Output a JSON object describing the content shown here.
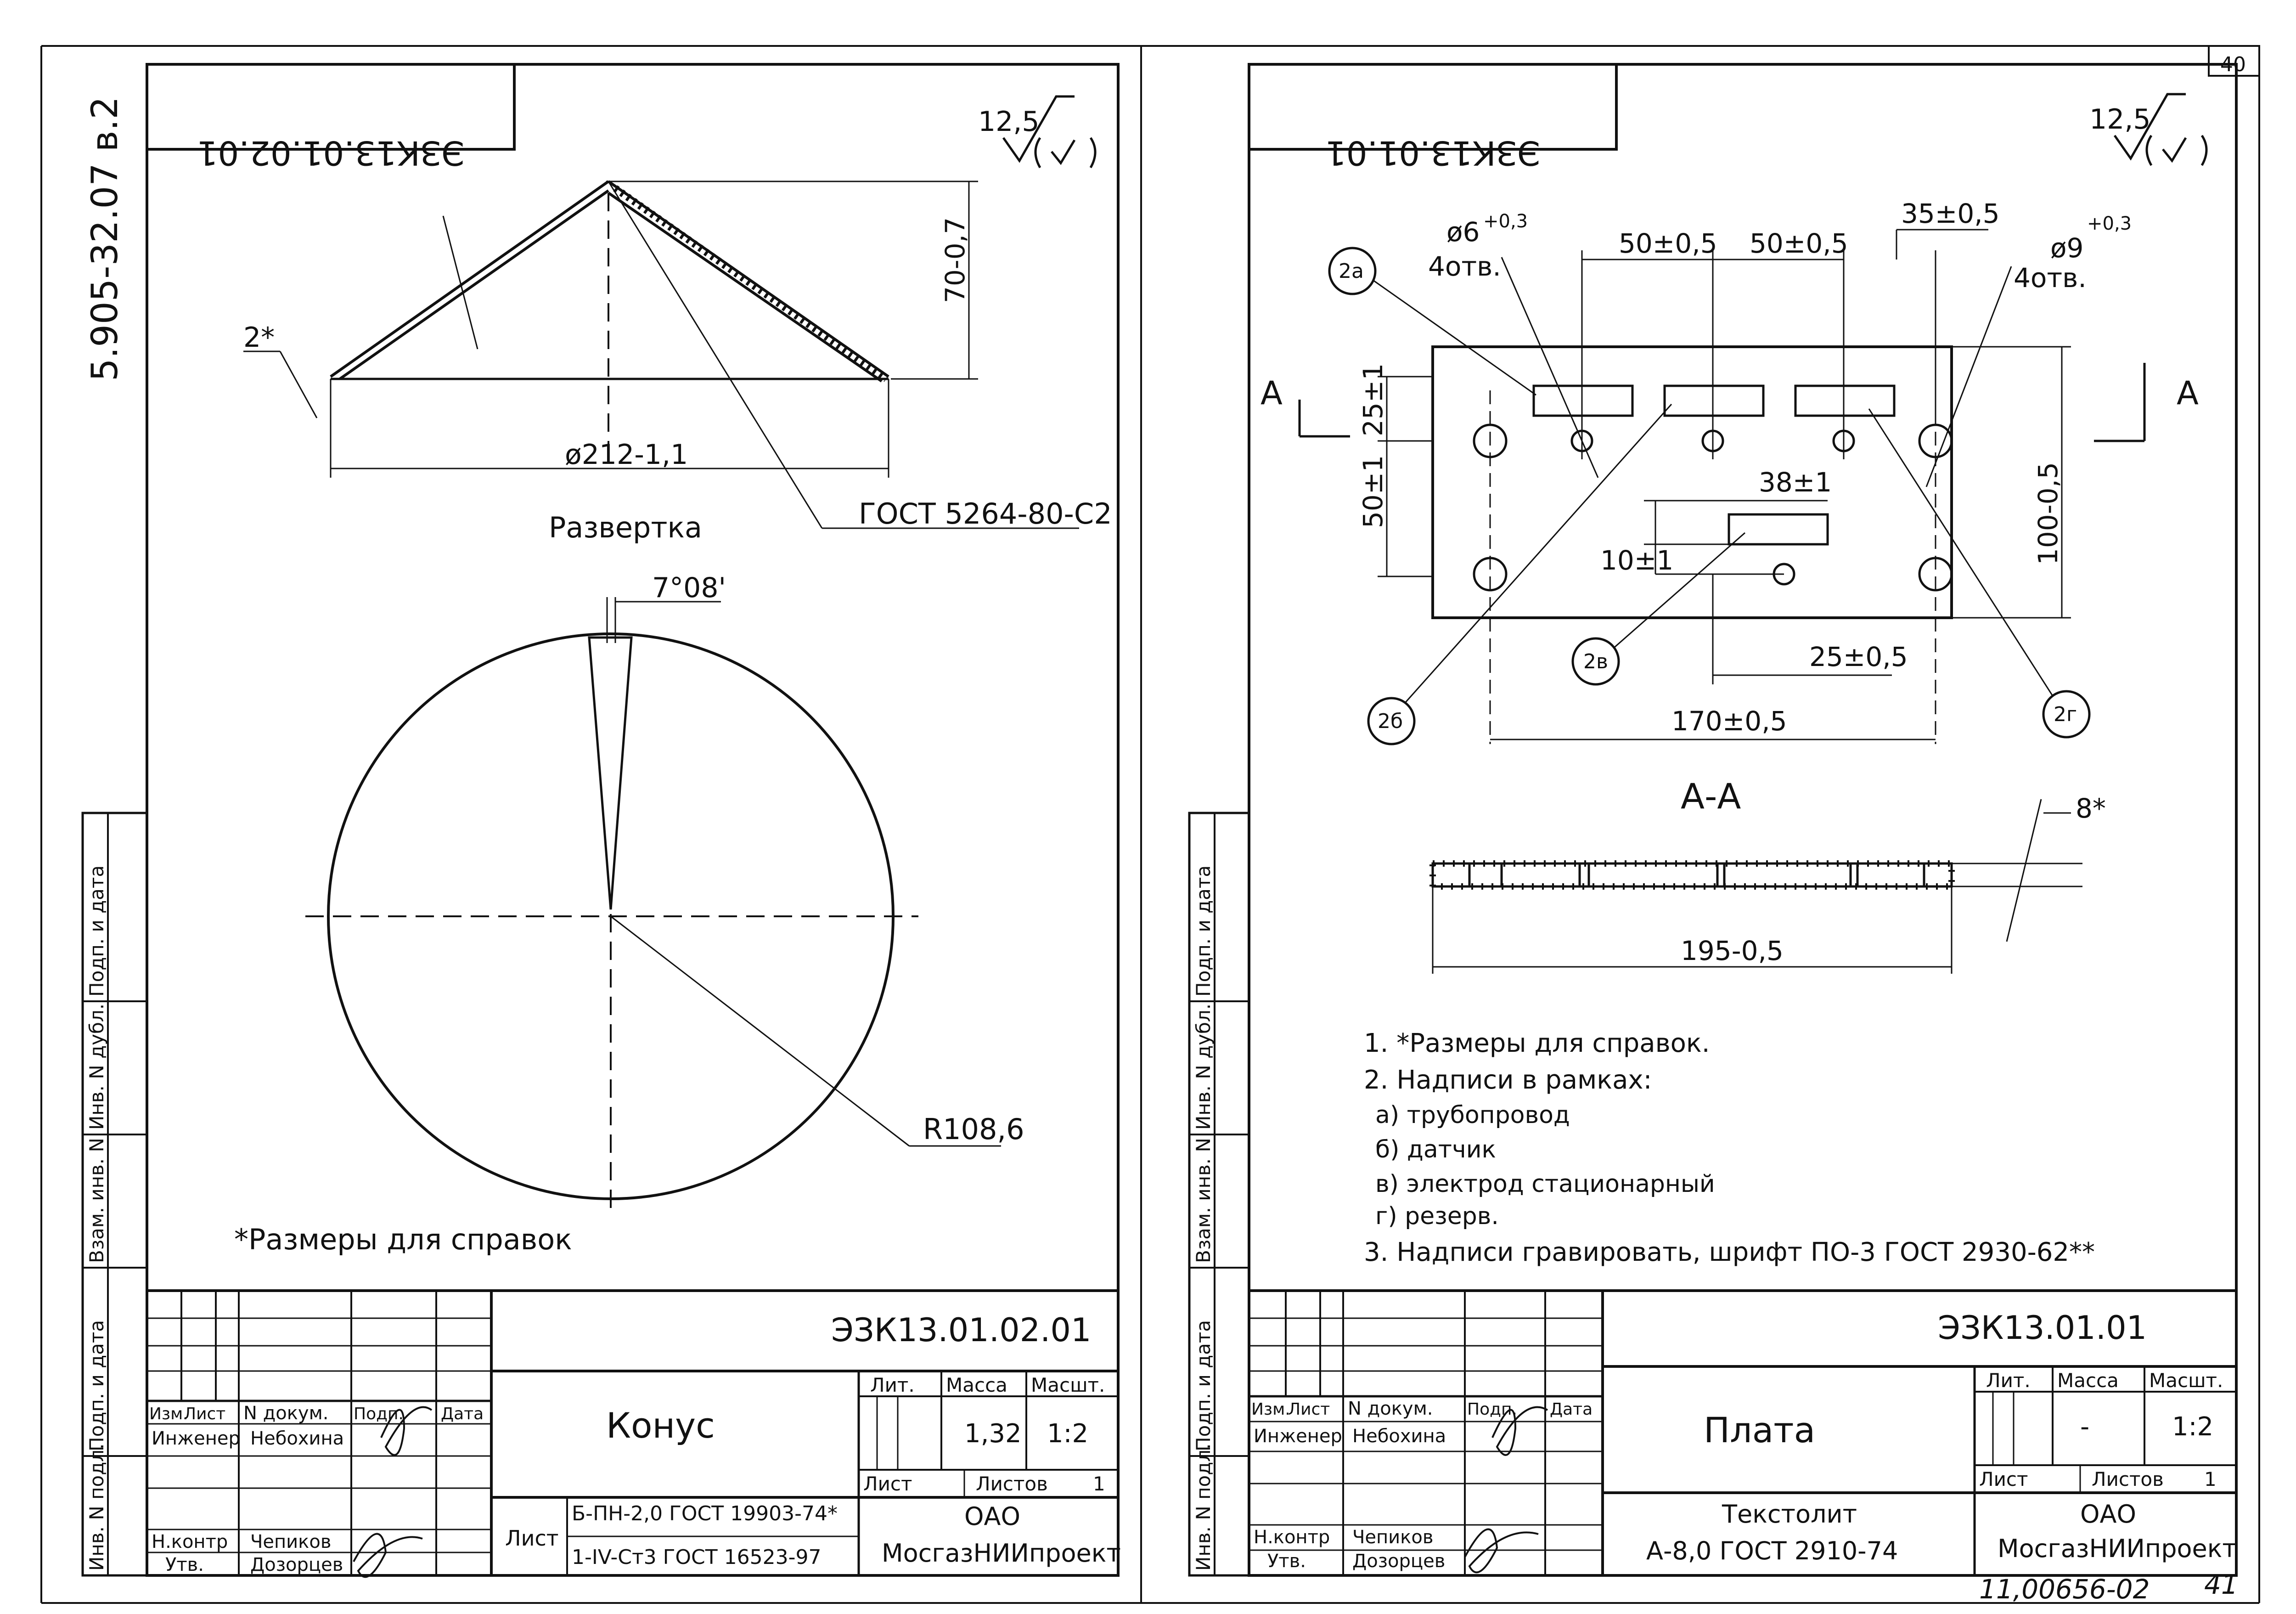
{
  "left": {
    "vertical_code": "5.905-32.07 в.2",
    "title_box_mirrored": "ЭЗК13.01.02.01",
    "roughness": "12,5",
    "dim_height": "70-0,7",
    "dim_thickness": "2*",
    "dim_diameter": "ø212-1,1",
    "weld_note": "ГОСТ 5264-80-С2",
    "unfold_label": "Развертка",
    "angle": "7°08'",
    "radius": "R108,6",
    "ref_note": "*Размеры для справок",
    "stamp": {
      "designation": "ЭЗК13.01.02.01",
      "name": "Конус",
      "hdr_izm": "Изм.",
      "hdr_list": "Лист",
      "hdr_ndoc": "N докум.",
      "hdr_podp": "Подп.",
      "hdr_data": "Дата",
      "role1": "Инженер",
      "person1": "Небохина",
      "role2": "Н.контр",
      "person2": "Чепиков",
      "role3": "Утв.",
      "person3": "Дозорцев",
      "lit": "Лит.",
      "massa_label": "Масса",
      "mashtab_label": "Масшт.",
      "massa": "1,32",
      "mashtab": "1:2",
      "sheet": "Лист",
      "sheets": "Листов",
      "sheets_n": "1",
      "material_label": "Лист",
      "material1": "Б-ПН-2,0 ГОСТ 19903-74*",
      "material2": "1-IV-Ст3 ГОСТ 16523-97",
      "org1": "ОАО",
      "org2": "МосгазНИИпроект"
    },
    "side_labels": [
      "Подп. и дата",
      "Инв. N дубл.",
      "Взам. инв. N",
      "Подп. и дата",
      "Инв. N подл."
    ]
  },
  "right": {
    "page_num": "40",
    "title_box_mirrored": "ЭЗК13.01.01",
    "roughness": "12,5",
    "hole6": "ø6",
    "hole6_tol": "+0,3",
    "holes6_count": "4отв.",
    "hole9": "ø9",
    "hole9_tol": "+0,3",
    "holes9_count": "4отв.",
    "dim_50a": "50±0,5",
    "dim_50b": "50±0,5",
    "dim_35": "35±0,5",
    "dim_25v": "25±1",
    "dim_50v": "50±1",
    "dim_38": "38±1",
    "dim_10": "10±1",
    "dim_100": "100-0,5",
    "dim_25h": "25±0,5",
    "dim_170": "170±0,5",
    "callout_a": "2а",
    "callout_b": "2б",
    "callout_v": "2в",
    "callout_g": "2г",
    "section_mark": "А",
    "section_title": "А-А",
    "dim_8": "8*",
    "dim_195": "195-0,5",
    "notes": [
      "1. *Размеры для справок.",
      "2. Надписи в рамках:",
      "а) трубопровод",
      "б) датчик",
      "в) электрод стационарный",
      "г) резерв.",
      "3. Надписи гравировать, шрифт ПО-3 ГОСТ 2930-62**"
    ],
    "stamp": {
      "designation": "ЭЗК13.01.01",
      "name": "Плата",
      "hdr_izm": "Изм.",
      "hdr_list": "Лист",
      "hdr_ndoc": "N докум.",
      "hdr_podp": "Подп.",
      "hdr_data": "Дата",
      "role1": "Инженер",
      "person1": "Небохина",
      "role2": "Н.контр",
      "person2": "Чепиков",
      "role3": "Утв.",
      "person3": "Дозорцев",
      "lit": "Лит.",
      "massa_label": "Масса",
      "mashtab_label": "Масшт.",
      "massa": "-",
      "mashtab": "1:2",
      "sheet": "Лист",
      "sheets": "Листов",
      "sheets_n": "1",
      "material1": "Текстолит",
      "material2": "А-8,0 ГОСТ 2910-74",
      "org1": "ОАО",
      "org2": "МосгазНИИпроект"
    },
    "archive_no": "11,00656-02",
    "corner_no": "41",
    "side_labels": [
      "Подп. и дата",
      "Инв. N дубл.",
      "Взам. инв. N",
      "Подп. и дата",
      "Инв. N подл."
    ]
  }
}
